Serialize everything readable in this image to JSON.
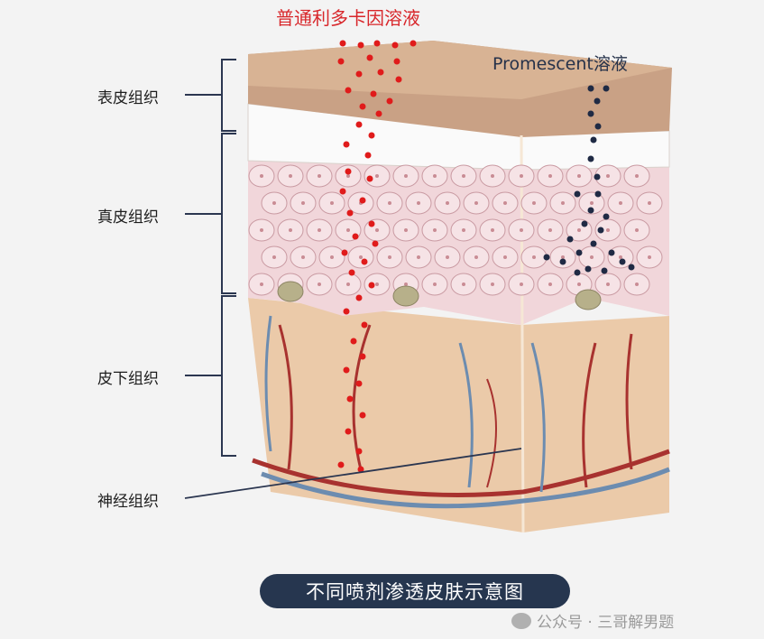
{
  "labels": {
    "epidermis": "表皮组织",
    "dermis": "真皮组织",
    "subcutaneous": "皮下组织",
    "nerve": "神经组织"
  },
  "solutions": {
    "lidocaine": "普通利多卡因溶液",
    "promescent": "Promescent溶液"
  },
  "caption": "不同喷剂渗透皮肤示意图",
  "watermark": {
    "icon": "wechat-icon",
    "text": "公众号 · 三哥解男题"
  },
  "colors": {
    "lidocaine_dot": "#e01b1b",
    "promescent_dot": "#1f2a44",
    "epidermis": "#c9a185",
    "dermis": "#f1d6da",
    "subcutaneous": "#ebcaa9",
    "artery": "#a8322f",
    "vein": "#6c8cb0",
    "caption_bg": "#26364f"
  }
}
